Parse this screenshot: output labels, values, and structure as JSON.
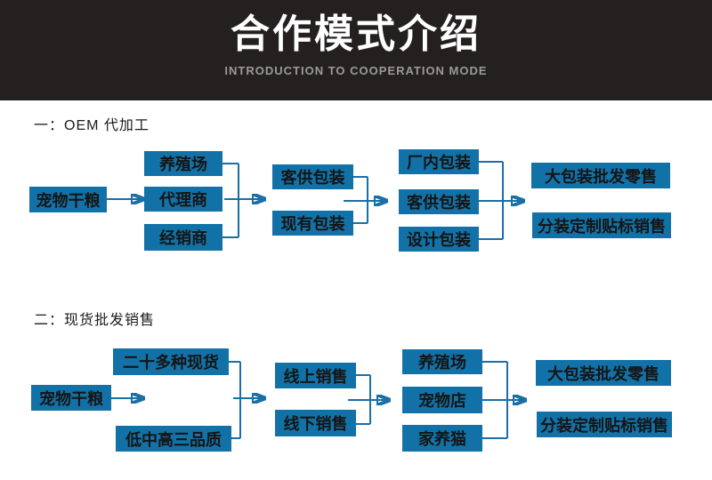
{
  "header": {
    "title": "合作模式介绍",
    "subtitle": "INTRODUCTION TO COOPERATION MODE"
  },
  "colors": {
    "header_bg": "#242020",
    "box_blue": "#1272a7",
    "line_blue": "#1a6fa4",
    "subtitle_gray": "#9a9a9a",
    "box_text": "#151515"
  },
  "section1": {
    "title": "一：OEM 代加工",
    "source": "宠物干粮",
    "channels": [
      "养殖场",
      "代理商",
      "经销商"
    ],
    "packaging_options": [
      "客供包装",
      "现有包装"
    ],
    "packaging_types": [
      "厂内包装",
      "客供包装",
      "设计包装"
    ],
    "sales_modes": [
      "大包装批发零售",
      "分装定制贴标销售"
    ]
  },
  "section2": {
    "title": "二：现货批发销售",
    "source": "宠物干粮",
    "products": [
      "二十多种现货",
      "低中高三品质"
    ],
    "sales_channels": [
      "线上销售",
      "线下销售"
    ],
    "customers": [
      "养殖场",
      "宠物店",
      "家养猫"
    ],
    "sales_modes": [
      "大包装批发零售",
      "分装定制贴标销售"
    ]
  }
}
